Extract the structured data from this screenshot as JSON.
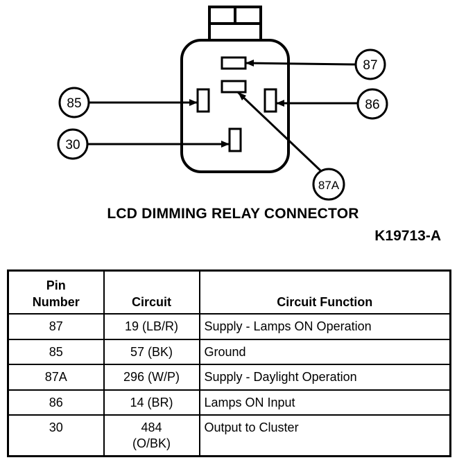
{
  "diagram": {
    "caption": "LCD DIMMING RELAY CONNECTOR",
    "figure_id": "K19713-A",
    "callouts": [
      "87",
      "85",
      "86",
      "30",
      "87A"
    ]
  },
  "table": {
    "headers": {
      "pin_line1": "Pin",
      "pin_line2": "Number",
      "circuit": "Circuit",
      "function": "Circuit Function"
    },
    "rows": [
      {
        "pin": "87",
        "circuit": "19 (LB/R)",
        "circuit_line2": "",
        "function": "Supply - Lamps ON Operation"
      },
      {
        "pin": "85",
        "circuit": "57 (BK)",
        "circuit_line2": "",
        "function": "Ground"
      },
      {
        "pin": "87A",
        "circuit": "296 (W/P)",
        "circuit_line2": "",
        "function": "Supply - Daylight Operation"
      },
      {
        "pin": "86",
        "circuit": "14 (BR)",
        "circuit_line2": "",
        "function": "Lamps ON Input"
      },
      {
        "pin": "30",
        "circuit": "484",
        "circuit_line2": "(O/BK)",
        "function": "Output to Cluster"
      }
    ]
  }
}
